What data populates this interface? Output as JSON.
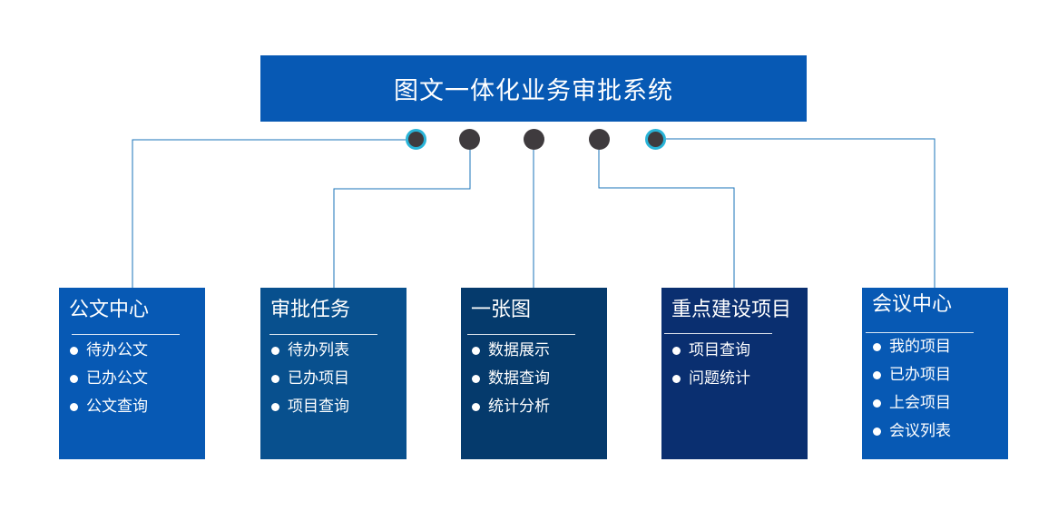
{
  "title": "图文一体化业务审批系统",
  "colors": {
    "title_bg": "#0759b4",
    "connector_fill": "#3f3b3e",
    "connector_ring": "#29b4d8",
    "line": "#1a73b8",
    "module_1": "#0759b4",
    "module_2": "#08508e",
    "module_3": "#053a6c",
    "module_4": "#0a2f70",
    "module_5": "#0759b4"
  },
  "modules": [
    {
      "title": "公文中心",
      "items": [
        "待办公文",
        "已办公文",
        "公文查询"
      ]
    },
    {
      "title": "审批任务",
      "items": [
        "待办列表",
        "已办项目",
        "项目查询"
      ]
    },
    {
      "title": "一张图",
      "items": [
        "数据展示",
        "数据查询",
        "统计分析"
      ]
    },
    {
      "title": "重点建设项目",
      "items": [
        "项目查询",
        "问题统计"
      ]
    },
    {
      "title": "会议中心",
      "items": [
        "我的项目",
        "已办项目",
        "上会项目",
        "会议列表"
      ]
    }
  ]
}
